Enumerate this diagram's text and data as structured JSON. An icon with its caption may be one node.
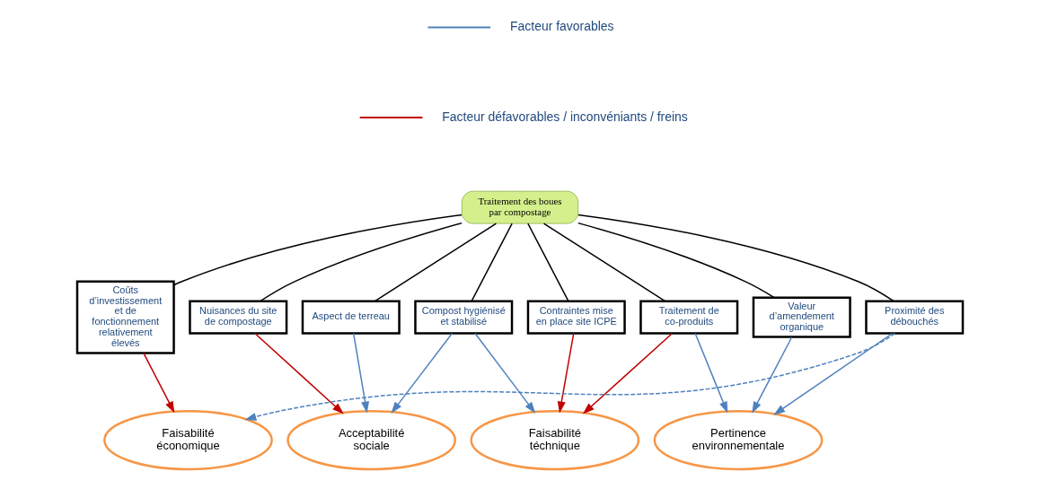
{
  "diagram": {
    "nodes": [
      {
        "text": [
          "Traitement des boues par compostage"
        ]
      },
      {
        "text": [
          "Coûts d’investissement et de fonctionnement relativement élevés"
        ]
      },
      {
        "text": [
          "Nuisances du site de compostage"
        ]
      },
      {
        "text": [
          "Aspect de terreau"
        ]
      },
      {
        "text": [
          "Compost hygiénisé et stabilisé"
        ]
      },
      {
        "text": [
          "Contraintes mise en place site ICPE"
        ]
      },
      {
        "text": [
          "Traitement de co-produits"
        ]
      },
      {
        "text": [
          "Valeur d’amendement organique"
        ]
      },
      {
        "text": [
          "Proximité des débouchés"
        ]
      },
      {
        "text": [
          "Faisabilité économique"
        ]
      },
      {
        "text": [
          "Acceptabilité sociale"
        ]
      },
      {
        "text": [
          "Faisabilité téchnique"
        ]
      },
      {
        "text": [
          "Pertinence environnementale"
        ]
      }
    ],
    "edges": [
      {
        "from": 0,
        "to": 1,
        "arrow": "none"
      },
      {
        "from": 0,
        "to": 2,
        "arrow": "none"
      },
      {
        "from": 0,
        "to": 3,
        "arrow": "none"
      },
      {
        "from": 0,
        "to": 4,
        "arrow": "none"
      },
      {
        "from": 0,
        "to": 5,
        "arrow": "none"
      },
      {
        "from": 0,
        "to": 6,
        "arrow": "none"
      },
      {
        "from": 0,
        "to": 7,
        "arrow": "none"
      },
      {
        "from": 0,
        "to": 8,
        "arrow": "none"
      },
      {
        "from": 1,
        "to": 9,
        "arrow": "to",
        "color": "#c00000"
      },
      {
        "from": 2,
        "to": 10,
        "arrow": "to",
        "color": "#c00000"
      },
      {
        "from": 3,
        "to": 10,
        "arrow": "to",
        "color": "#4f81bd"
      },
      {
        "from": 4,
        "to": 10,
        "arrow": "to",
        "color": "#4f81bd"
      },
      {
        "from": 4,
        "to": 11,
        "arrow": "to",
        "color": "#4f81bd"
      },
      {
        "from": 5,
        "to": 11,
        "arrow": "to",
        "color": "#c00000"
      },
      {
        "from": 6,
        "to": 11,
        "arrow": "to",
        "color": "#c00000"
      },
      {
        "from": 6,
        "to": 12,
        "arrow": "to",
        "color": "#4f81bd"
      },
      {
        "from": 7,
        "to": 12,
        "arrow": "to",
        "color": "#4f81bd"
      },
      {
        "from": 8,
        "to": 12,
        "arrow": "to",
        "color": "#4f81bd"
      },
      {
        "from": 8,
        "to": 9,
        "arrow": "to",
        "style": "dashed",
        "color": "#4f81bd"
      }
    ],
    "legend": [
      {
        "text": "Facteur favorables"
      },
      {
        "text": "Facteur défavorables / inconvéniants / freins"
      }
    ]
  }
}
